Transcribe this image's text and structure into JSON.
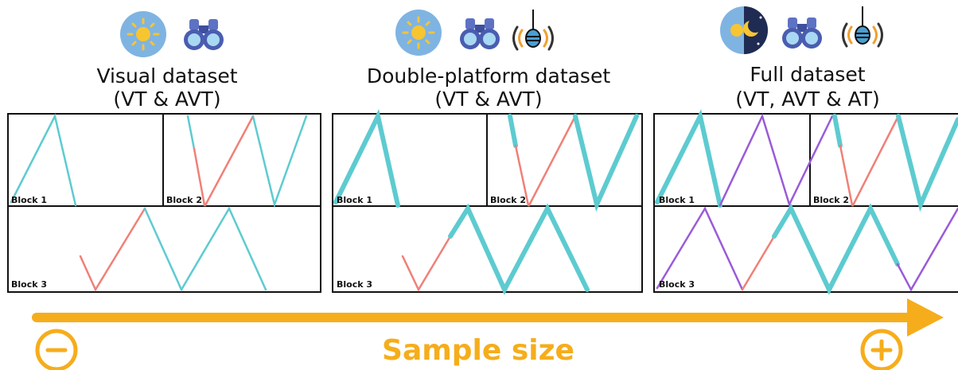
{
  "colors": {
    "visual": "#5dcbd0",
    "acoustic_visual": "#f08078",
    "acoustic_only": "#9a5bd8",
    "arrow": "#f6ad1b",
    "frame": "#111111"
  },
  "icons": [
    "sun-icon",
    "binoculars-icon",
    "hydrophone-icon",
    "day-night-icon"
  ],
  "panels": [
    {
      "title_line1": "Visual dataset",
      "title_line2": "(VT & AVT)",
      "blocks": [
        "Block 1",
        "Block 2",
        "Block 3"
      ]
    },
    {
      "title_line1": "Double-platform dataset",
      "title_line2": "(VT & AVT)",
      "blocks": [
        "Block 1",
        "Block 2",
        "Block 3"
      ]
    },
    {
      "title_line1": "Full dataset",
      "title_line2": "(VT, AVT & AT)",
      "blocks": [
        "Block 1",
        "Block 2",
        "Block 3"
      ]
    }
  ],
  "axis": {
    "label": "Sample size",
    "minus": "−",
    "plus": "+"
  }
}
